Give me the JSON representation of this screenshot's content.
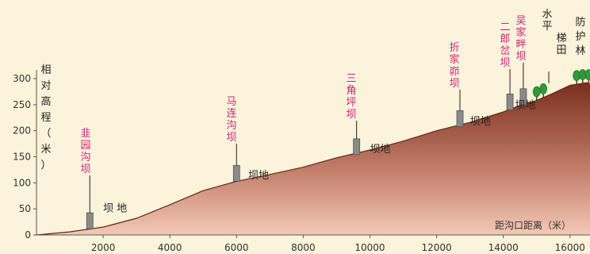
{
  "chart_data": {
    "type": "area",
    "ylabel": "相对高程（米）",
    "xlabel": "距沟口距离（米）",
    "xlim": [
      0,
      16600
    ],
    "ylim": [
      0,
      300
    ],
    "x_ticks": [
      2000,
      4000,
      6000,
      8000,
      10000,
      12000,
      14000,
      16000
    ],
    "y_ticks": [
      0,
      50,
      100,
      150,
      200,
      250,
      300
    ],
    "colors": {
      "profile_top": "#7a2f1e",
      "profile_bottom": "#f3c9b6",
      "dam_label": "#d0257a",
      "tree": "#2f9a3b"
    },
    "profile": {
      "x": [
        0,
        1000,
        2000,
        3000,
        4000,
        5000,
        6000,
        7000,
        8000,
        9000,
        10000,
        11000,
        12000,
        13000,
        14000,
        14500,
        15000,
        15500,
        16000,
        16500,
        16600
      ],
      "y": [
        0,
        6,
        15,
        32,
        58,
        85,
        103,
        116,
        130,
        148,
        163,
        180,
        200,
        216,
        236,
        248,
        258,
        272,
        287,
        292,
        290
      ]
    },
    "dams": [
      {
        "name": "韭园沟坝",
        "x": 1600,
        "y": 12
      },
      {
        "name": "马连沟坝",
        "x": 6000,
        "y": 103
      },
      {
        "name": "三角坪坝",
        "x": 9600,
        "y": 154
      },
      {
        "name": "折家峁坝",
        "x": 12700,
        "y": 208
      },
      {
        "name": "二郎岔坝",
        "x": 14200,
        "y": 240
      },
      {
        "name": "吴家畔坝",
        "x": 14600,
        "y": 250
      }
    ],
    "annotations": [
      {
        "text": "坝 地",
        "x": 2000,
        "y": 45
      },
      {
        "text": "坝地",
        "x": 6350,
        "y": 108
      },
      {
        "text": "坝地",
        "x": 10000,
        "y": 158
      },
      {
        "text": "坝地",
        "x": 13000,
        "y": 212
      },
      {
        "text": "坝地",
        "x": 14350,
        "y": 243
      }
    ],
    "terrace_label": "水平梯田",
    "shelter_label": "防护林",
    "trees_x": [
      15000,
      15200,
      16200,
      16380,
      16560
    ]
  }
}
